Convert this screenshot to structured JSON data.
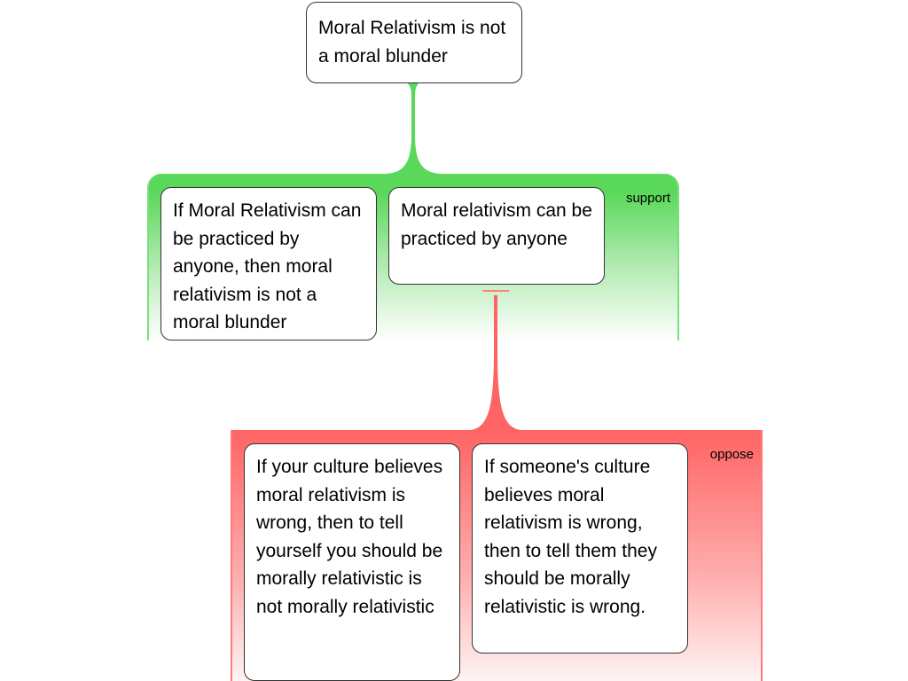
{
  "diagram": {
    "root": {
      "text": "Moral Relativism is not a moral blunder"
    },
    "support_group": {
      "label": "support",
      "color": "#59d859",
      "nodes": [
        {
          "text": "If Moral Relativism can be practiced by anyone, then moral relativism is not a moral blunder"
        },
        {
          "text": "Moral relativism can be practiced by anyone"
        }
      ]
    },
    "oppose_group": {
      "label": "oppose",
      "color": "#ff6464",
      "target": "Moral relativism can be practiced by anyone",
      "nodes": [
        {
          "text": "If your culture believes moral relativism is wrong, then to tell yourself you should be morally relativistic is not morally relativistic"
        },
        {
          "text": "If someone's culture believes moral relativism is wrong, then to tell them they should be morally relativistic is wrong."
        }
      ]
    }
  }
}
